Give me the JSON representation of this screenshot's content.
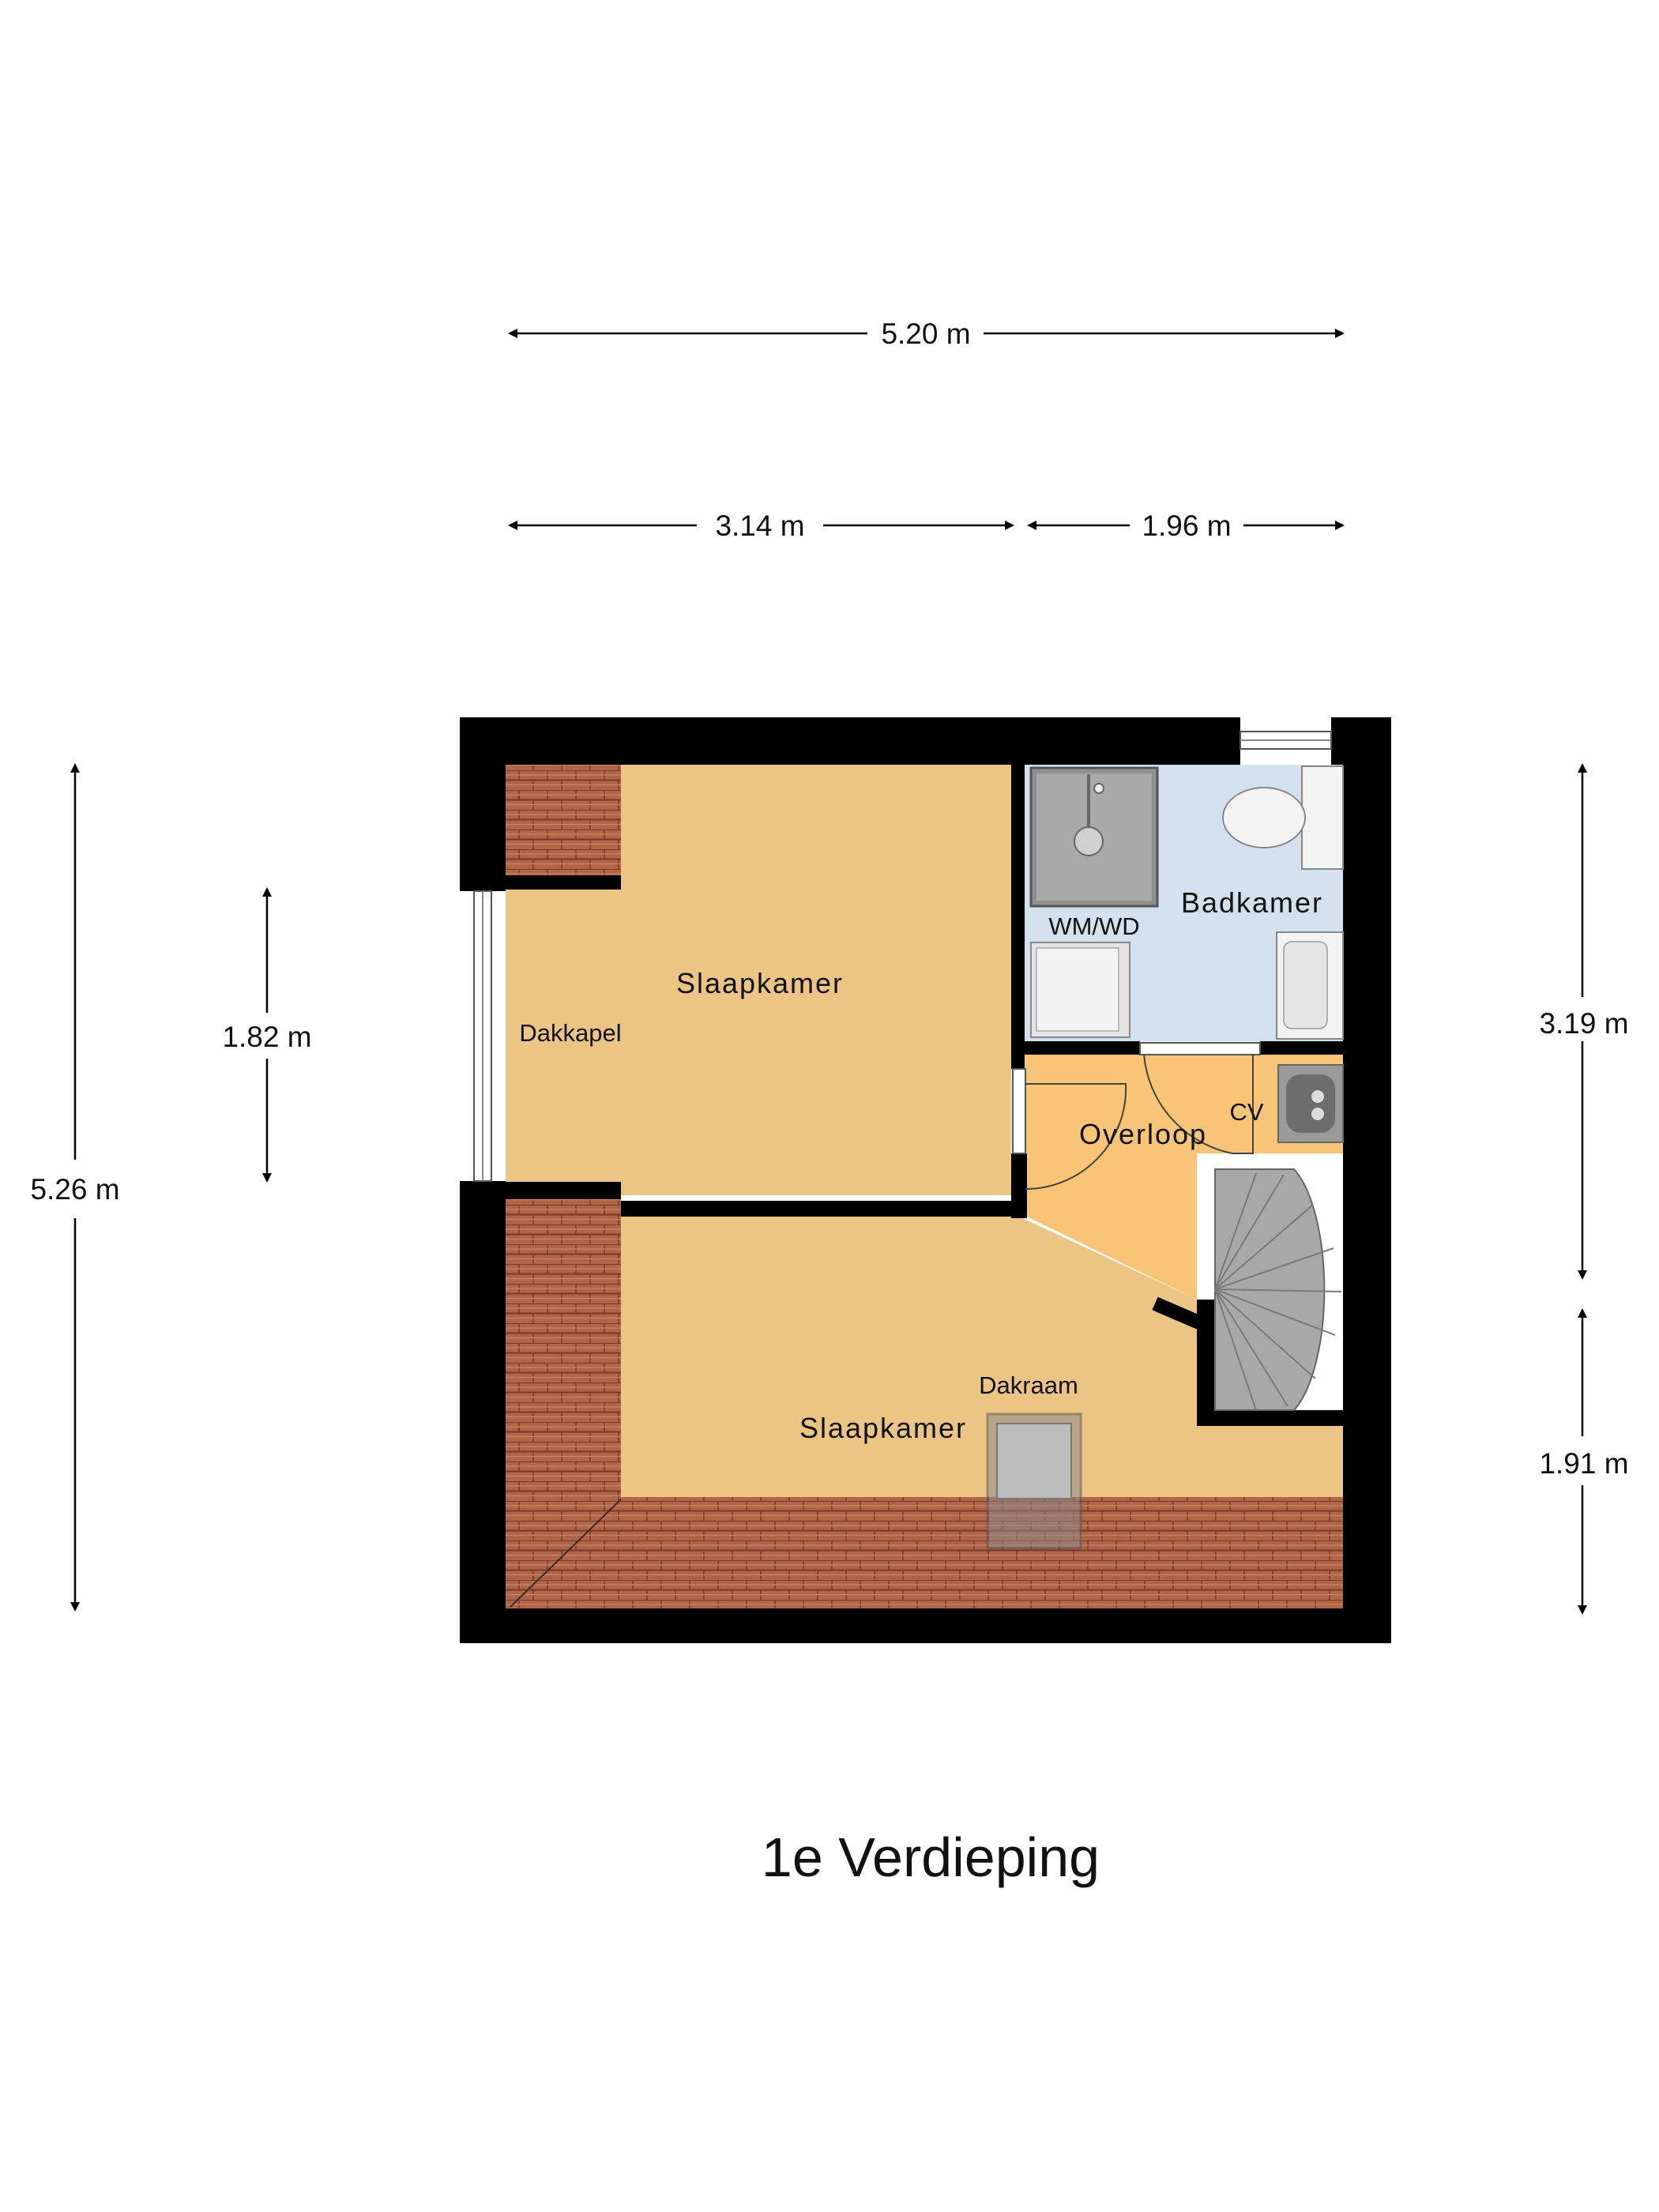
{
  "title": "1e Verdieping",
  "dimensions": {
    "total_width": "5.20 m",
    "width_left": "3.14 m",
    "width_right": "1.96 m",
    "total_depth": "5.26 m",
    "dakkapel_width": "1.82 m",
    "depth_upper_right": "3.19 m",
    "depth_lower_right": "1.91 m"
  },
  "rooms": {
    "bedroom_top": "Slaapkamer",
    "bedroom_bottom": "Slaapkamer",
    "bathroom": "Badkamer",
    "landing": "Overloop"
  },
  "labels": {
    "dakkapel": "Dakkapel",
    "wm_wd": "WM/WD",
    "cv": "CV",
    "dakraam": "Dakraam"
  },
  "colors": {
    "wall": "#000000",
    "bedroom": "#ecc585",
    "landing": "#f7c575",
    "bathroom": "#d3e1ef",
    "roof": "#b06448"
  }
}
